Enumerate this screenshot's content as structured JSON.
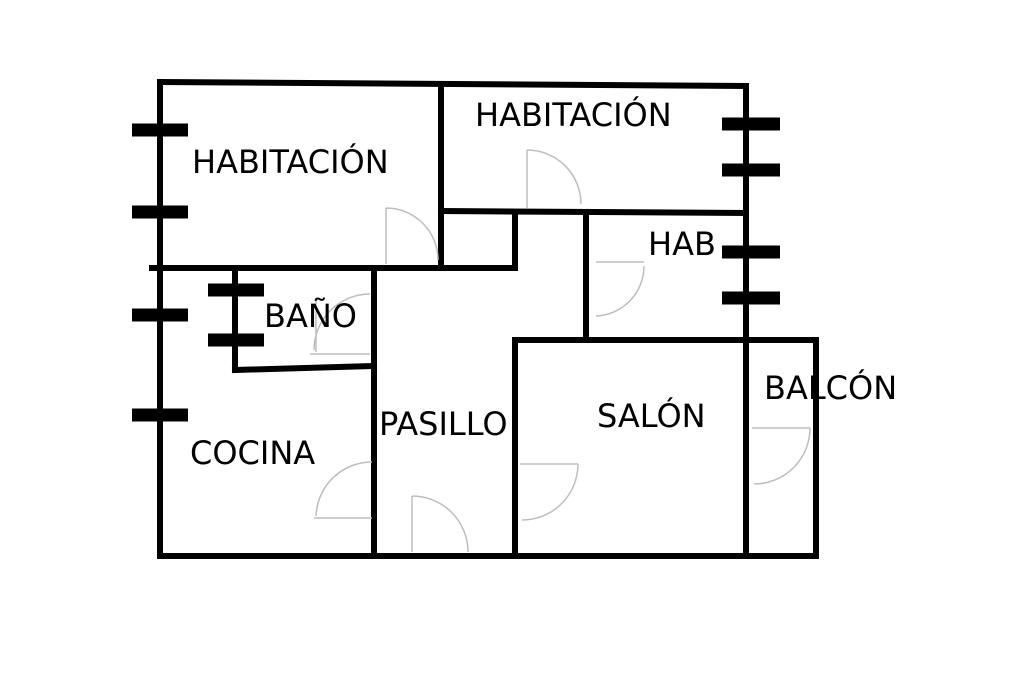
{
  "plan": {
    "rooms": [
      {
        "id": "room-bedroom-1",
        "label": "HABITACIÓN"
      },
      {
        "id": "room-bedroom-2",
        "label": "HABITACIÓN"
      },
      {
        "id": "room-bedroom-small",
        "label": "HAB"
      },
      {
        "id": "room-bathroom",
        "label": "BAÑO"
      },
      {
        "id": "room-hallway",
        "label": "PASILLO"
      },
      {
        "id": "room-living",
        "label": "SALÓN"
      },
      {
        "id": "room-balcony",
        "label": "BALCÓN"
      },
      {
        "id": "room-kitchen",
        "label": "COCINA"
      }
    ],
    "colors": {
      "wall": "#000000",
      "door": "#bdbdbd",
      "background": "#ffffff"
    }
  }
}
